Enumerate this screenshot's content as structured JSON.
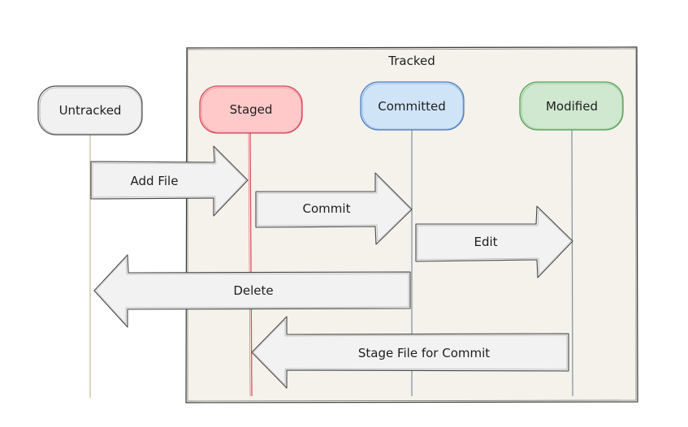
{
  "diagram": {
    "group": {
      "label": "Tracked"
    },
    "states": {
      "untracked": {
        "label": "Untracked"
      },
      "staged": {
        "label": "Staged"
      },
      "committed": {
        "label": "Committed"
      },
      "modified": {
        "label": "Modified"
      }
    },
    "transitions": {
      "add_file": {
        "label": "Add File",
        "from": "Untracked",
        "to": "Staged"
      },
      "commit": {
        "label": "Commit",
        "from": "Staged",
        "to": "Committed"
      },
      "edit": {
        "label": "Edit",
        "from": "Committed",
        "to": "Modified"
      },
      "delete": {
        "label": "Delete",
        "from": "Committed",
        "to": "Untracked"
      },
      "stage_for_commit": {
        "label": "Stage File for Commit",
        "from": "Modified",
        "to": "Staged"
      }
    },
    "colors": {
      "group_fill": "#f4f2ea",
      "untracked_fill": "#f1f1f1",
      "staged_fill": "#ffc9c9",
      "committed_fill": "#d0e4f8",
      "modified_fill": "#cfe8cf",
      "arrow_fill": "#f2f2f2"
    }
  }
}
